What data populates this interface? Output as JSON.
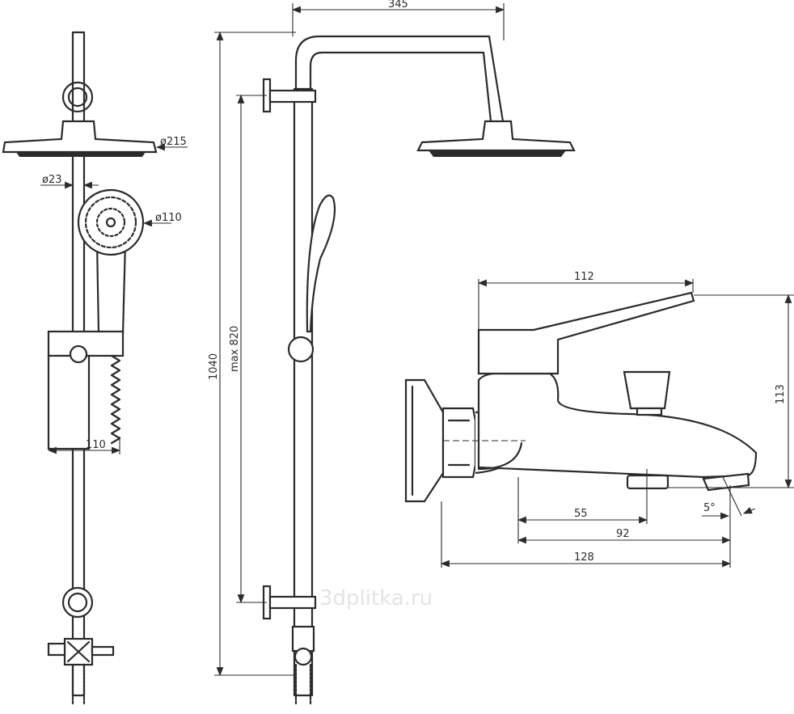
{
  "watermark": "3dplitka.ru",
  "side_view": {
    "rain_head_diameter": "ø215",
    "pipe_diameter": "ø23",
    "hand_shower_diameter": "ø110",
    "holder_width": "110"
  },
  "front_view": {
    "arm_reach": "345",
    "total_height": "1040",
    "max_bracket_spacing": "max 820"
  },
  "mixer": {
    "handle_length": "112",
    "height": "113",
    "outlet_offset": "55",
    "spout_offset": "92",
    "total_depth": "128",
    "spout_angle": "5°"
  },
  "colors": {
    "line": "#2b2b2b",
    "background": "#ffffff"
  }
}
